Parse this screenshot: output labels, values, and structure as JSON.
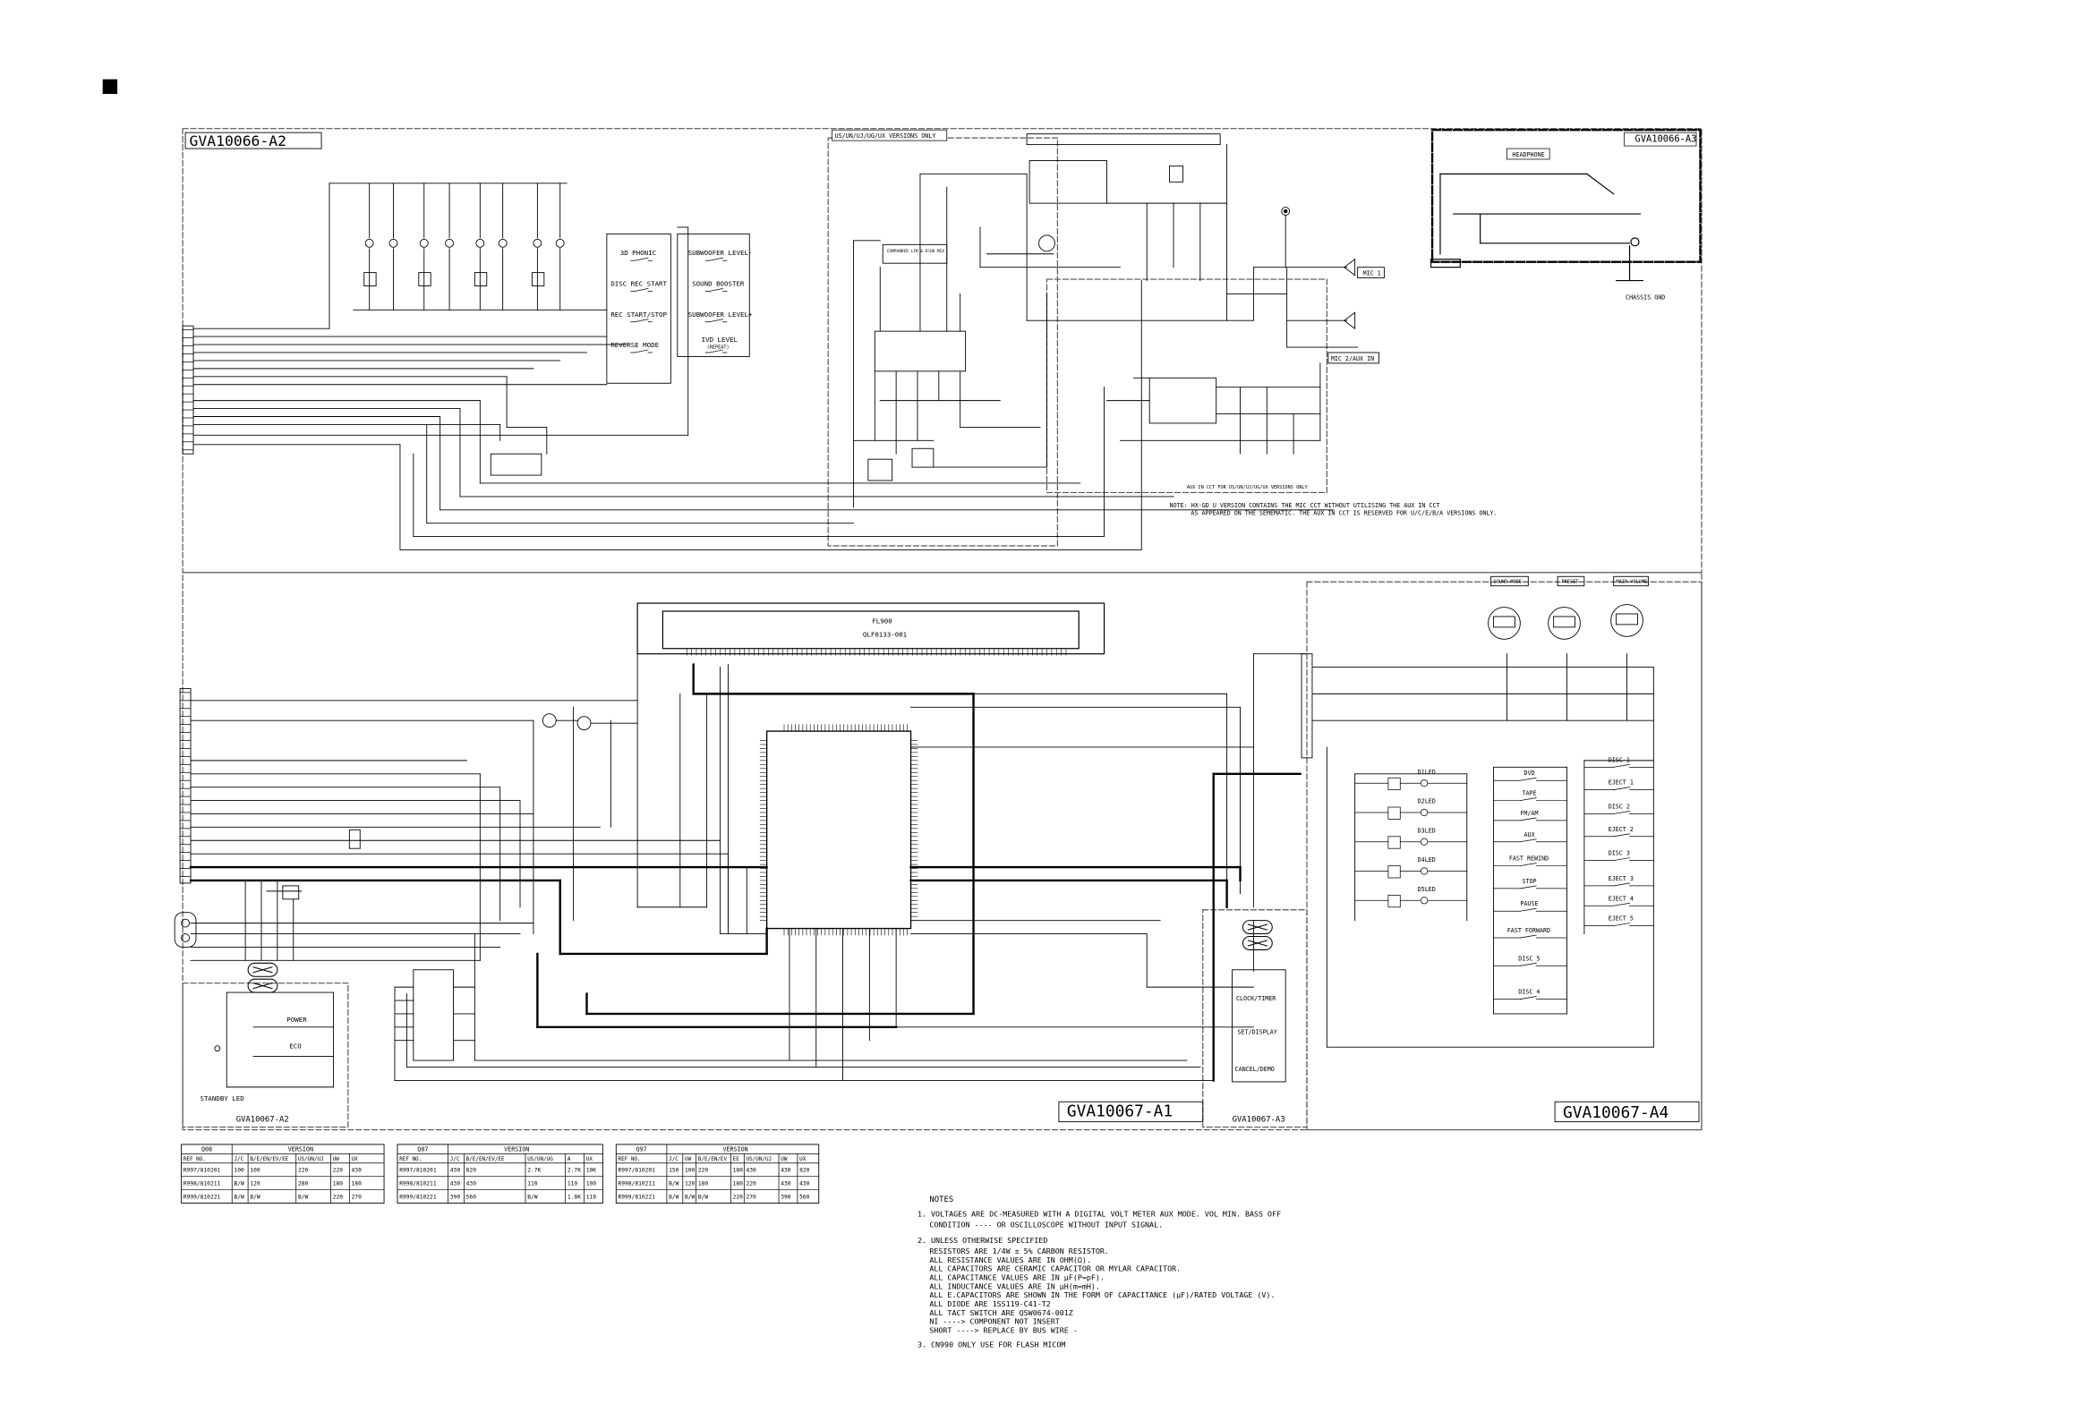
{
  "boards": {
    "a2_top": "GVA10066-A2",
    "a3_top": "GVA10066-A3",
    "a1_bottom": "GVA10067-A1",
    "a2_bottom": "GVA10067-A2",
    "a3_bottom": "GVA10067-A3",
    "a4_bottom": "GVA10067-A4"
  },
  "top_labels": {
    "version_box": "US/UN/UJ/UG/UX VERSIONS ONLY",
    "headphone": "HEADPHONE",
    "chassis_gnd": "CHASSIS GND",
    "mic1": "MIC 1",
    "mic2aux": "MIC 2/AUX IN",
    "compander": "COMPANDER LIM & ECHO MIX",
    "aux_note_box": "AUX IN CCT FOR US/UN/UJ/UG/UX VERSIONS ONLY"
  },
  "switches_left": [
    "3D PHONIC",
    "DISC REC START",
    "REC START/STOP",
    "REVERSE MODE"
  ],
  "switches_right": [
    "SUBWOOFER LEVEL-",
    "SOUND BOOSTER",
    "SUBWOOFER LEVEL+",
    "IVD LEVEL"
  ],
  "ivd_sub": "(REPEAT)",
  "note_aux_line1": "NOTE: HX-GD U VERSION CONTAINS THE MIC CCT WITHOUT UTILISING THE AUX IN CCT",
  "note_aux_line2": "AS APPEARED ON THE SEMEMATIC. THE AUX IN CCT IS RESERVED FOR U/C/E/B/A VERSIONS ONLY.",
  "fl": {
    "name": "FL900",
    "part": "QLF0133-001"
  },
  "knobs": [
    "SOUND MODE",
    "PRESET",
    "MAIN VOLUME"
  ],
  "leds": [
    "D1LED",
    "D2LED",
    "D3LED",
    "D4LED",
    "D5LED"
  ],
  "a4_mid": [
    "DVD",
    "TAPE",
    "FM/AM",
    "AUX",
    "FAST REWIND",
    "STOP",
    "PAUSE",
    "FAST FORWARD",
    "DISC 5",
    "DISC 4"
  ],
  "a4_right": [
    "DISC 1",
    "EJECT 1",
    "DISC 2",
    "EJECT 2",
    "DISC 3",
    "EJECT 3",
    "EJECT 4",
    "EJECT 5"
  ],
  "a3_switches": [
    "CLOCK/TIMER",
    "SET/DISPLAY",
    "CANCEL/DEMO"
  ],
  "a2_switches": [
    "POWER",
    "ECO"
  ],
  "standby_led": "STANDBY LED",
  "tables": [
    {
      "ref": "Q08",
      "version": "VERSION",
      "cols": [
        "REF NO.",
        "J/C",
        "B/E/EN/EV/EE",
        "US/UN/UJ",
        "UW",
        "UX"
      ],
      "rows": [
        [
          "R997/810201",
          "100",
          "100",
          "220",
          "220",
          "430"
        ],
        [
          "R998/810211",
          "B/W",
          "120",
          "280",
          "180",
          "180"
        ],
        [
          "R999/810221",
          "B/W",
          "B/W",
          "B/W",
          "220",
          "270"
        ]
      ]
    },
    {
      "ref": "Q07",
      "version": "VERSION",
      "cols": [
        "REF NO.",
        "J/C",
        "B/E/EN/EV/EE",
        "US/UN/UG",
        "A",
        "UX"
      ],
      "rows": [
        [
          "R997/810201",
          "430",
          "820",
          "2.7K",
          "2.7K",
          "10K"
        ],
        [
          "R998/810211",
          "430",
          "430",
          "110",
          "110",
          "100"
        ],
        [
          "R999/810221",
          "390",
          "560",
          "B/W",
          "1.8K",
          "110"
        ]
      ]
    },
    {
      "ref": "Q97",
      "version": "VERSION",
      "cols": [
        "REF NO.",
        "J/C",
        "UW",
        "B/E/EN/EV",
        "EE",
        "US/UN/UJ",
        "UW",
        "UX"
      ],
      "rows": [
        [
          "R997/810201",
          "150",
          "100",
          "220",
          "180",
          "430",
          "430",
          "820"
        ],
        [
          "R998/810211",
          "B/W",
          "120",
          "180",
          "180",
          "220",
          "430",
          "430"
        ],
        [
          "R999/810221",
          "B/W",
          "B/W",
          "B/W",
          "220",
          "270",
          "390",
          "560"
        ]
      ]
    }
  ],
  "notes": {
    "title": "NOTES",
    "n1a": "1. VOLTAGES ARE DC-MEASURED WITH A DIGITAL VOLT METER AUX MODE. VOL MIN. BASS OFF",
    "n1b": "CONDITION ---- OR OSCILLOSCOPE WITHOUT INPUT SIGNAL.",
    "n2": "2. UNLESS OTHERWISE SPECIFIED",
    "lines": [
      "RESISTORS ARE 1/4W ± 5% CARBON RESISTOR.",
      "ALL RESISTANCE VALUES ARE IN OHM(Ω).",
      "ALL CAPACITORS ARE CERAMIC CAPACITOR OR MYLAR CAPACITOR.",
      "ALL CAPACITANCE VALUES ARE IN μF(P=pF).",
      "ALL INDUCTANCE VALUES ARE IN μH(m=mH).",
      "ALL E.CAPACITORS ARE SHOWN IN THE FORM OF CAPACITANCE (μF)/RATED VOLTAGE (V).",
      "ALL DIODE ARE 1SS119-C41-T2",
      "ALL TACT SWITCH ARE QSW0674-001Z",
      "NI ----> COMPONENT NOT INSERT",
      "SHORT ----> REPLACE BY BUS WIRE -"
    ],
    "n3": "3. CN990 ONLY USE FOR FLASH MICOM"
  },
  "colors": {
    "ink": "#000000",
    "paper": "#ffffff",
    "dash": "#555555"
  }
}
